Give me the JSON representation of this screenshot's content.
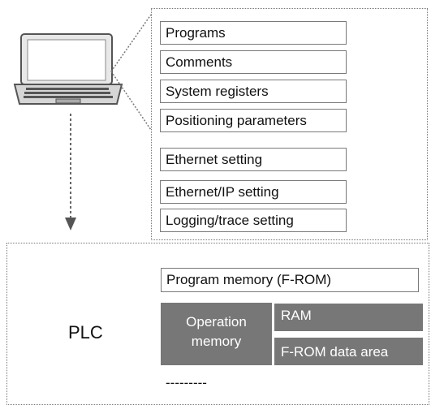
{
  "laptop_data_list": [
    "Programs",
    "Comments",
    "System registers",
    "Positioning parameters",
    "Ethernet setting",
    "Ethernet/IP setting",
    "Logging/trace setting"
  ],
  "plc": {
    "label": "PLC",
    "program_memory": "Program memory (F-ROM)",
    "operation_memory": "Operation memory",
    "ram": "RAM",
    "from_data_area": "F-ROM data area",
    "more": "---------"
  },
  "colors": {
    "gray_box": "#777777",
    "border": "#7a7a7a",
    "dotted": "#777777"
  },
  "icons": [
    "laptop-icon",
    "down-arrow-icon"
  ]
}
